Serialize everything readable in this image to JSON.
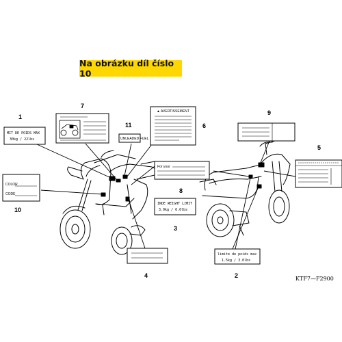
{
  "banner": {
    "title": "Na obrázku díl číslo 10"
  },
  "figure_code": "KTF7—F2900",
  "callouts": [
    "1",
    "2",
    "3",
    "4",
    "5",
    "6",
    "7",
    "8",
    "9",
    "10",
    "11"
  ],
  "labels": {
    "l1": {
      "line1": "MIT DE POIDS MAX",
      "line2": "30kg / 22lbs"
    },
    "l2": {
      "line1": "limite de poids max",
      "line2": "1.5kg / 3.0lbs"
    },
    "l3": {
      "line1": "INDE WEIGHT LIMIT",
      "line2": "3.0kg / 6.6lbs"
    },
    "l6": {
      "heading": "▲ AVERTISSEMENT"
    },
    "l8": {
      "line1": "For your"
    },
    "l10": {
      "line1": "COLOR",
      "line2": "CODE"
    },
    "l11": {
      "line1": "UNLEADED FUEL"
    }
  }
}
